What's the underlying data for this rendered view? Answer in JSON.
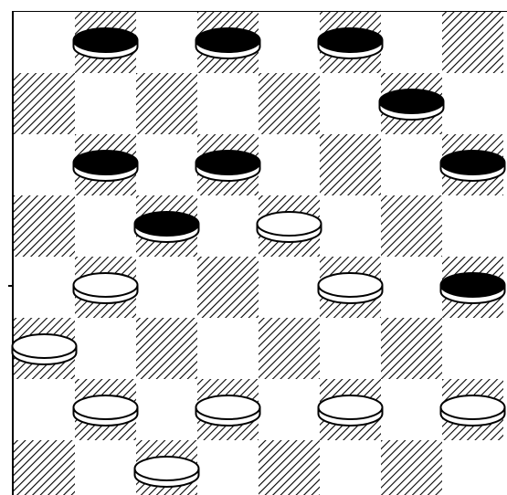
{
  "board": {
    "rows": 8,
    "cols": 8,
    "top_left_square": "light",
    "colors": {
      "light_square": "#ffffff",
      "dark_square_base": "#ffffff",
      "dark_square_hatch": "#000000",
      "black_piece_top": "#000000",
      "black_piece_rim": "#ffffff",
      "white_piece_top": "#ffffff",
      "white_piece_rim": "#000000",
      "piece_outline": "#000000"
    },
    "pieces": [
      {
        "row": 0,
        "col": 1,
        "color": "black"
      },
      {
        "row": 0,
        "col": 3,
        "color": "black"
      },
      {
        "row": 0,
        "col": 5,
        "color": "black"
      },
      {
        "row": 1,
        "col": 6,
        "color": "black"
      },
      {
        "row": 2,
        "col": 1,
        "color": "black"
      },
      {
        "row": 2,
        "col": 3,
        "color": "black"
      },
      {
        "row": 2,
        "col": 7,
        "color": "black"
      },
      {
        "row": 3,
        "col": 2,
        "color": "black"
      },
      {
        "row": 3,
        "col": 4,
        "color": "white"
      },
      {
        "row": 4,
        "col": 1,
        "color": "white"
      },
      {
        "row": 4,
        "col": 5,
        "color": "white"
      },
      {
        "row": 4,
        "col": 7,
        "color": "black"
      },
      {
        "row": 5,
        "col": 0,
        "color": "white"
      },
      {
        "row": 6,
        "col": 1,
        "color": "white"
      },
      {
        "row": 6,
        "col": 3,
        "color": "white"
      },
      {
        "row": 6,
        "col": 5,
        "color": "white"
      },
      {
        "row": 6,
        "col": 7,
        "color": "white"
      },
      {
        "row": 7,
        "col": 2,
        "color": "white"
      }
    ]
  }
}
